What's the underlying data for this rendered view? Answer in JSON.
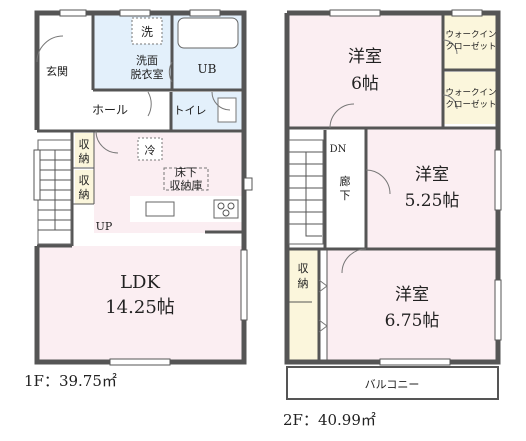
{
  "colors": {
    "pink": "#fbeef2",
    "blue": "#e3f0fb",
    "cream": "#fbf6dc",
    "white": "#ffffff",
    "wall": "#555555"
  },
  "floor1": {
    "caption": "1F：39.75㎡",
    "rooms": {
      "entrance": "玄関",
      "sink": "洗",
      "washroom_line1": "洗面",
      "washroom_line2": "脱衣室",
      "bath": "UB",
      "hall": "ホール",
      "toilet": "トイレ",
      "storage_a_line1": "収",
      "storage_a_line2": "納",
      "storage_b_line1": "収",
      "storage_b_line2": "納",
      "fridge": "冷",
      "underfloor_line1": "床下",
      "underfloor_line2": "収納庫",
      "up": "UP",
      "ldk_line1": "LDK",
      "ldk_line2": "14.25帖"
    }
  },
  "floor2": {
    "caption": "2F：40.99㎡",
    "rooms": {
      "room_a_line1": "洋室",
      "room_a_line2": "6帖",
      "closet_a_line1": "ウォークイン",
      "closet_a_line2": "クローゼット",
      "closet_b_line1": "ウォークイン",
      "closet_b_line2": "クローゼット",
      "dn": "DN",
      "corridor_line1": "廊",
      "corridor_line2": "下",
      "room_b_line1": "洋室",
      "room_b_line2": "5.25帖",
      "storage_line1": "収",
      "storage_line2": "納",
      "room_c_line1": "洋室",
      "room_c_line2": "6.75帖",
      "balcony": "バルコニー"
    }
  }
}
